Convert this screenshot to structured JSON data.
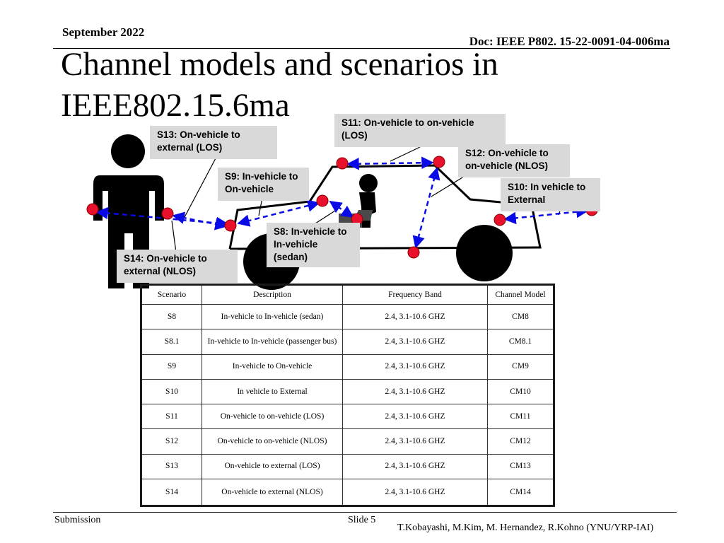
{
  "header": {
    "date": "September 2022",
    "doc": "Doc: IEEE P802. 15-22-0091-04-006ma"
  },
  "title": "Channel models and scenarios in IEEE802.15.6ma",
  "labels": {
    "s11": "S11: On-vehicle to on-vehicle (LOS)",
    "s13": "S13: On-vehicle to external (LOS)",
    "s12": "S12: On-vehicle to on-vehicle (NLOS)",
    "s9": "S9: In-vehicle to On-vehicle",
    "s10": "S10: In vehicle to External",
    "s8": "S8: In-vehicle to In-vehicle (sedan)",
    "s14": "S14: On-vehicle to external (NLOS)"
  },
  "colors": {
    "node": "#e8102a",
    "arrow": "#0a0ae6",
    "label_bg": "#d9d9d9"
  },
  "table": {
    "headers": [
      "Scenario",
      "Description",
      "Frequency Band",
      "Channel Model"
    ],
    "rows": [
      {
        "scenario": "S8",
        "description": "In-vehicle to In-vehicle (sedan)",
        "band": "2.4, 3.1-10.6 GHZ",
        "model": "CM8"
      },
      {
        "scenario": "S8.1",
        "description": "In-vehicle to In-vehicle (passenger bus)",
        "band": "2.4, 3.1-10.6 GHZ",
        "model": "CM8.1"
      },
      {
        "scenario": "S9",
        "description": "In-vehicle to On-vehicle",
        "band": "2.4, 3.1-10.6 GHZ",
        "model": "CM9"
      },
      {
        "scenario": "S10",
        "description": "In vehicle to External",
        "band": "2.4, 3.1-10.6 GHZ",
        "model": "CM10"
      },
      {
        "scenario": "S11",
        "description": "On-vehicle to on-vehicle (LOS)",
        "band": "2.4, 3.1-10.6 GHZ",
        "model": "CM11"
      },
      {
        "scenario": "S12",
        "description": "On-vehicle to on-vehicle (NLOS)",
        "band": "2.4, 3.1-10.6 GHZ",
        "model": "CM12"
      },
      {
        "scenario": "S13",
        "description": "On-vehicle to external (LOS)",
        "band": "2.4, 3.1-10.6 GHZ",
        "model": "CM13"
      },
      {
        "scenario": "S14",
        "description": "On-vehicle to external (NLOS)",
        "band": "2.4, 3.1-10.6 GHZ",
        "model": "CM14"
      }
    ]
  },
  "footer": {
    "submission": "Submission",
    "slide": "Slide 5",
    "authors": "T.Kobayashi, M.Kim, M. Hernandez, R.Kohno (YNU/YRP-IAI)"
  }
}
